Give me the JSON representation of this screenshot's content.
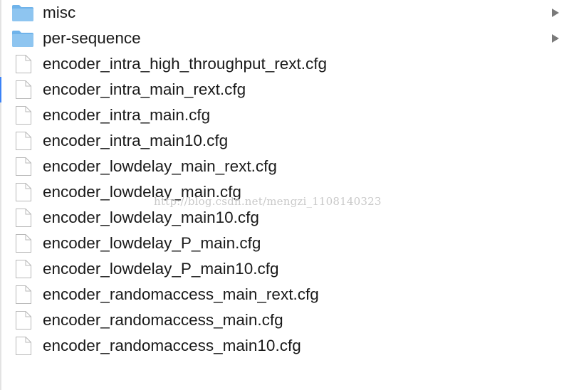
{
  "entries": [
    {
      "name": "misc",
      "kind": "folder",
      "icon": "folder-icon",
      "has_children": true
    },
    {
      "name": "per-sequence",
      "kind": "folder",
      "icon": "folder-icon",
      "has_children": true
    },
    {
      "name": "encoder_intra_high_throughput_rext.cfg",
      "kind": "file",
      "icon": "document-icon",
      "has_children": false
    },
    {
      "name": "encoder_intra_main_rext.cfg",
      "kind": "file",
      "icon": "document-icon",
      "has_children": false
    },
    {
      "name": "encoder_intra_main.cfg",
      "kind": "file",
      "icon": "document-icon",
      "has_children": false
    },
    {
      "name": "encoder_intra_main10.cfg",
      "kind": "file",
      "icon": "document-icon",
      "has_children": false
    },
    {
      "name": "encoder_lowdelay_main_rext.cfg",
      "kind": "file",
      "icon": "document-icon",
      "has_children": false
    },
    {
      "name": "encoder_lowdelay_main.cfg",
      "kind": "file",
      "icon": "document-icon",
      "has_children": false
    },
    {
      "name": "encoder_lowdelay_main10.cfg",
      "kind": "file",
      "icon": "document-icon",
      "has_children": false
    },
    {
      "name": "encoder_lowdelay_P_main.cfg",
      "kind": "file",
      "icon": "document-icon",
      "has_children": false
    },
    {
      "name": "encoder_lowdelay_P_main10.cfg",
      "kind": "file",
      "icon": "document-icon",
      "has_children": false
    },
    {
      "name": "encoder_randomaccess_main_rext.cfg",
      "kind": "file",
      "icon": "document-icon",
      "has_children": false
    },
    {
      "name": "encoder_randomaccess_main.cfg",
      "kind": "file",
      "icon": "document-icon",
      "has_children": false
    },
    {
      "name": "encoder_randomaccess_main10.cfg",
      "kind": "file",
      "icon": "document-icon",
      "has_children": false
    }
  ],
  "watermark": "http://blog.csdn.net/mengzi_1108140323",
  "colors": {
    "folder": "#8ec5f0",
    "folder_tab": "#6fb3ea",
    "file_outline": "#b9b9b9",
    "chevron": "#7a7a7a",
    "text": "#1a1a1a",
    "selection_accent": "#3b82f6"
  }
}
